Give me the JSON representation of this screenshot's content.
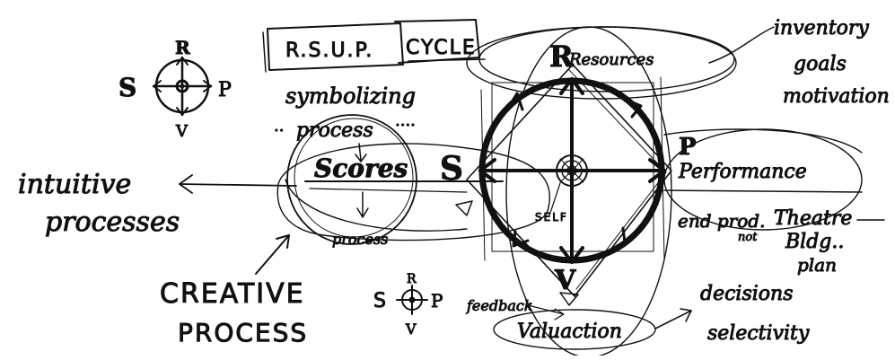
{
  "diagram": {
    "ink_color": "#111111",
    "background": "#ffffff",
    "title_box": {
      "left_label": "R.S.U.P.",
      "right_label": "CYCLE"
    },
    "compass_small_top": {
      "top": "R",
      "left": "S",
      "right": "P",
      "bottom": "V"
    },
    "compass_small_bottom": {
      "top": "R",
      "left": "S",
      "right": "P",
      "bottom": "V"
    },
    "main_cycle": {
      "top": "Resources",
      "left": "S",
      "right": "Performance",
      "bottom": "V",
      "bottom_label": "Valuaction",
      "center": "SELF"
    },
    "left_circle": {
      "top_label": "symbolizing",
      "process_label_top": "process",
      "center_label": "Scores",
      "process_label_bottom": "process"
    },
    "left_notes": {
      "intuitive": "intuitive",
      "processes": "processes"
    },
    "creative": {
      "line1": "CREATIVE",
      "line2": "PROCESS"
    },
    "resources_notes": {
      "inventory": "inventory",
      "goals": "goals",
      "motivation": "motivation"
    },
    "performance_notes": {
      "end_product": "end prod.",
      "not": "not",
      "theatre": "Theatre",
      "bldg": "Bldg..",
      "plan": "plan"
    },
    "valuaction_notes": {
      "feedback": "feedback",
      "decisions": "decisions",
      "selectivity": "selectivity"
    }
  }
}
